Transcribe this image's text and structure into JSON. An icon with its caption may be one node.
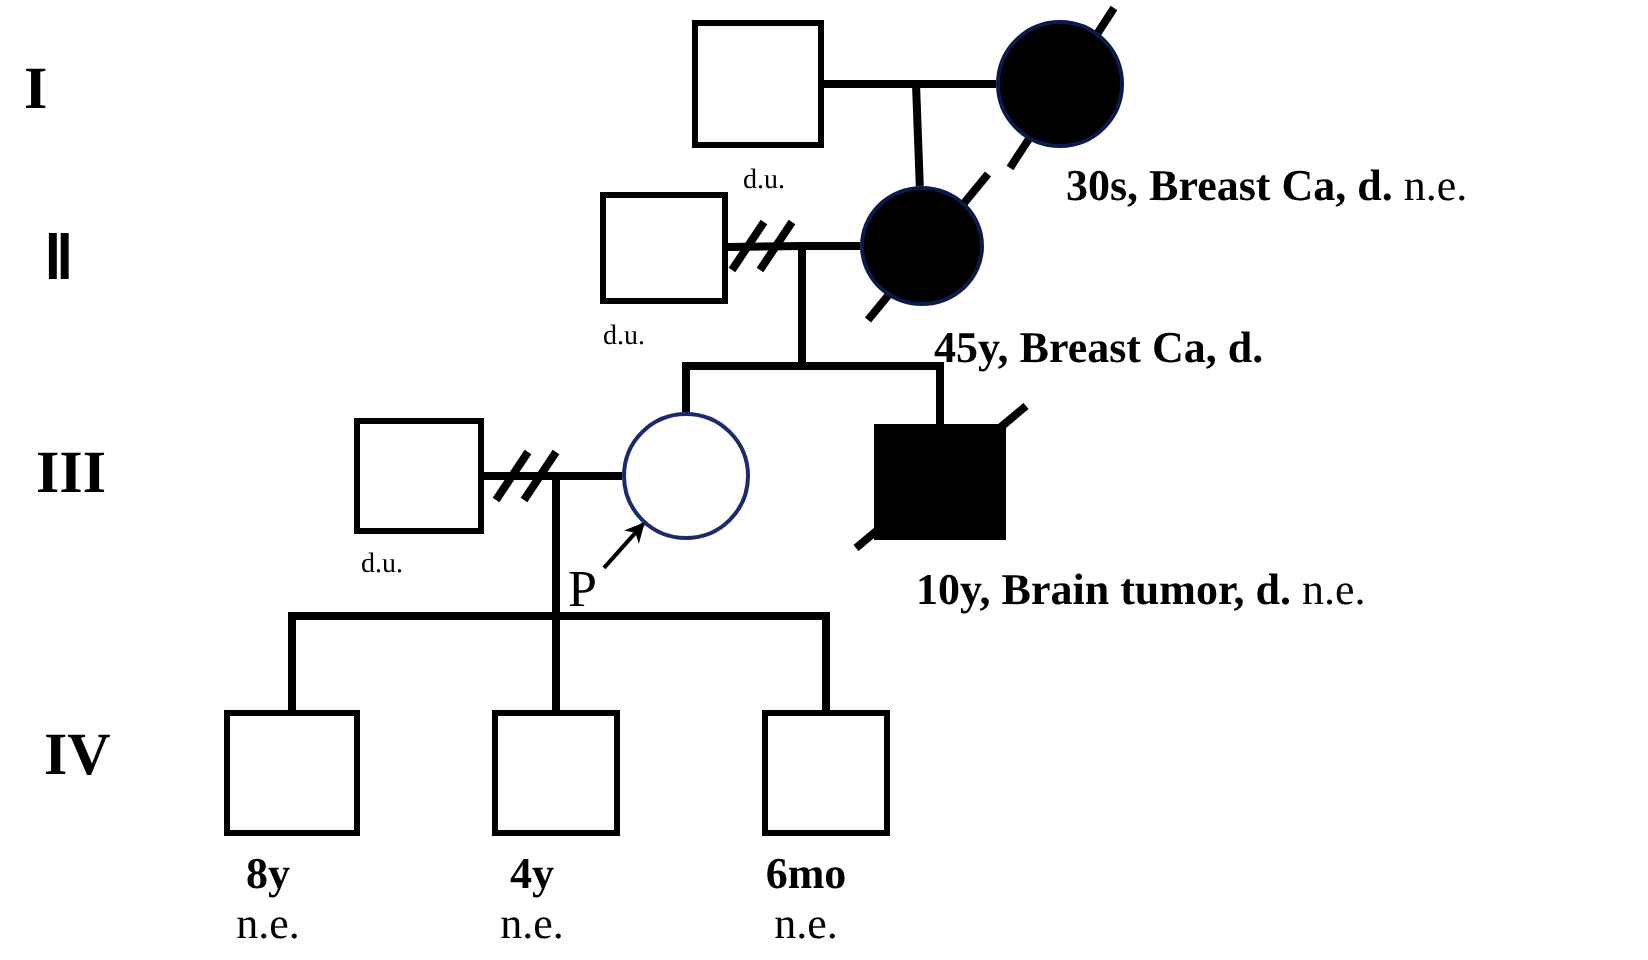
{
  "diagram": {
    "nodes": [
      {
        "text": [],
        "shape": "box",
        "beside": [
          "d.u."
        ]
      },
      {
        "text": [],
        "shape": "circle",
        "beside": [
          "**30s, Breast Ca, d.** n.e."
        ]
      },
      {
        "text": [],
        "shape": "box",
        "beside": [
          "d.u."
        ]
      },
      {
        "text": [],
        "shape": "circle",
        "beside": [
          "45y, Breast Ca, d."
        ]
      },
      {
        "text": [],
        "shape": "box",
        "beside": [
          "d.u."
        ]
      },
      {
        "text": [],
        "shape": "circle"
      },
      {
        "text": [],
        "shape": "box",
        "beside": [
          "**10y, Brain tumor, d.** n.e."
        ]
      },
      {
        "text": [],
        "shape": "box",
        "beside": [
          "8y",
          "n.e."
        ]
      },
      {
        "text": [],
        "shape": "box",
        "beside": [
          "4y",
          "n.e."
        ]
      },
      {
        "text": [],
        "shape": "box",
        "beside": [
          "6mo",
          "n.e."
        ]
      },
      {
        "text": [
          "P"
        ]
      }
    ],
    "edges": [
      {
        "from": 0,
        "to": 1,
        "arrow": "none"
      },
      {
        "from": 0,
        "to": 3,
        "arrow": "none"
      },
      {
        "from": 1,
        "to": 3,
        "arrow": "none"
      },
      {
        "from": 2,
        "to": 3,
        "arrow": "none"
      },
      {
        "from": 2,
        "to": 5,
        "arrow": "none"
      },
      {
        "from": 3,
        "to": 5,
        "arrow": "none"
      },
      {
        "from": 2,
        "to": 6,
        "arrow": "none"
      },
      {
        "from": 3,
        "to": 6,
        "arrow": "none"
      },
      {
        "from": 4,
        "to": 5,
        "arrow": "none"
      },
      {
        "from": 4,
        "to": 7,
        "arrow": "none"
      },
      {
        "from": 5,
        "to": 7,
        "arrow": "none"
      },
      {
        "from": 4,
        "to": 8,
        "arrow": "none"
      },
      {
        "from": 5,
        "to": 8,
        "arrow": "none"
      },
      {
        "from": 4,
        "to": 9,
        "arrow": "none"
      },
      {
        "from": 5,
        "to": 9,
        "arrow": "none"
      },
      {
        "from": 10,
        "to": 5,
        "arrow": "to"
      }
    ],
    "labels": [
      "I",
      "Ⅱ",
      "III",
      "IV"
    ]
  }
}
